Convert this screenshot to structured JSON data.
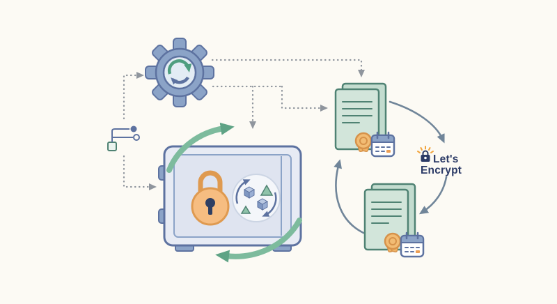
{
  "scene": {
    "background": "#fcfaf4",
    "brand": {
      "line1": "Let's",
      "line2": "Encrypt",
      "color": "#2b3a66"
    },
    "palette": {
      "blue": "#8ba3c7",
      "blue_dark": "#5d72a0",
      "teal_arrow": "#7dbb9d",
      "teal_arrow_head": "#5fa385",
      "teal_dark": "#4f8273",
      "cert_green_front": "#d2e5da",
      "cert_green_back": "#c3dccf",
      "vault_fill": "#e7ebf4",
      "vault_inner": "#dfe4f0",
      "lock_orange": "#f6bd81",
      "orange_dark": "#df9a50",
      "seal_orange": "#f2bc74",
      "dotted_gray": "#8f959d",
      "flow_slate": "#708599",
      "navy": "#2b3a66"
    },
    "icons": [
      "gear-sync-icon",
      "branch-flow-icon",
      "vault-icon",
      "padlock-icon",
      "recycle-shapes-icon",
      "renewal-cycle-arrows",
      "certificate-icon",
      "seal-ribbon-icon",
      "calendar-icon",
      "sun-lock-icon",
      "lets-encrypt-logo"
    ]
  }
}
